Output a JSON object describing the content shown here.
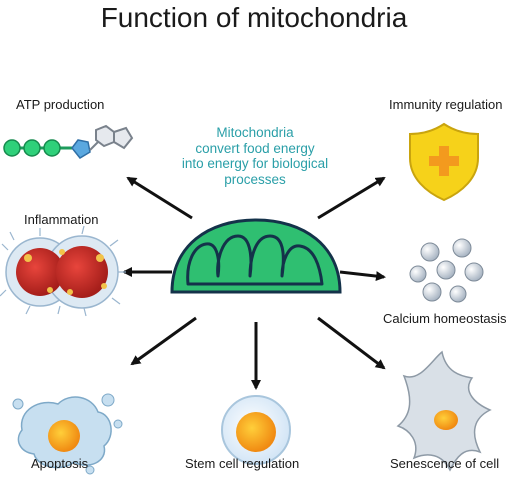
{
  "title": "Function of mitochondria",
  "center_caption": [
    "Mitochondria",
    "convert food energy",
    "into energy for biological",
    "processes"
  ],
  "functions": {
    "atp": "ATP production",
    "immunity": "Immunity regulation",
    "inflammation": "Inflammation",
    "calcium": "Calcium homeostasis",
    "apoptosis": "Apoptosis",
    "stem_cell": "Stem cell regulation",
    "senescence": "Senescence of cell"
  },
  "colors": {
    "mitochondria_green": "#2fbf71",
    "caption_teal": "#2a9fa8",
    "shield_yellow": "#f6d21a",
    "cross_orange": "#f39a1e"
  }
}
